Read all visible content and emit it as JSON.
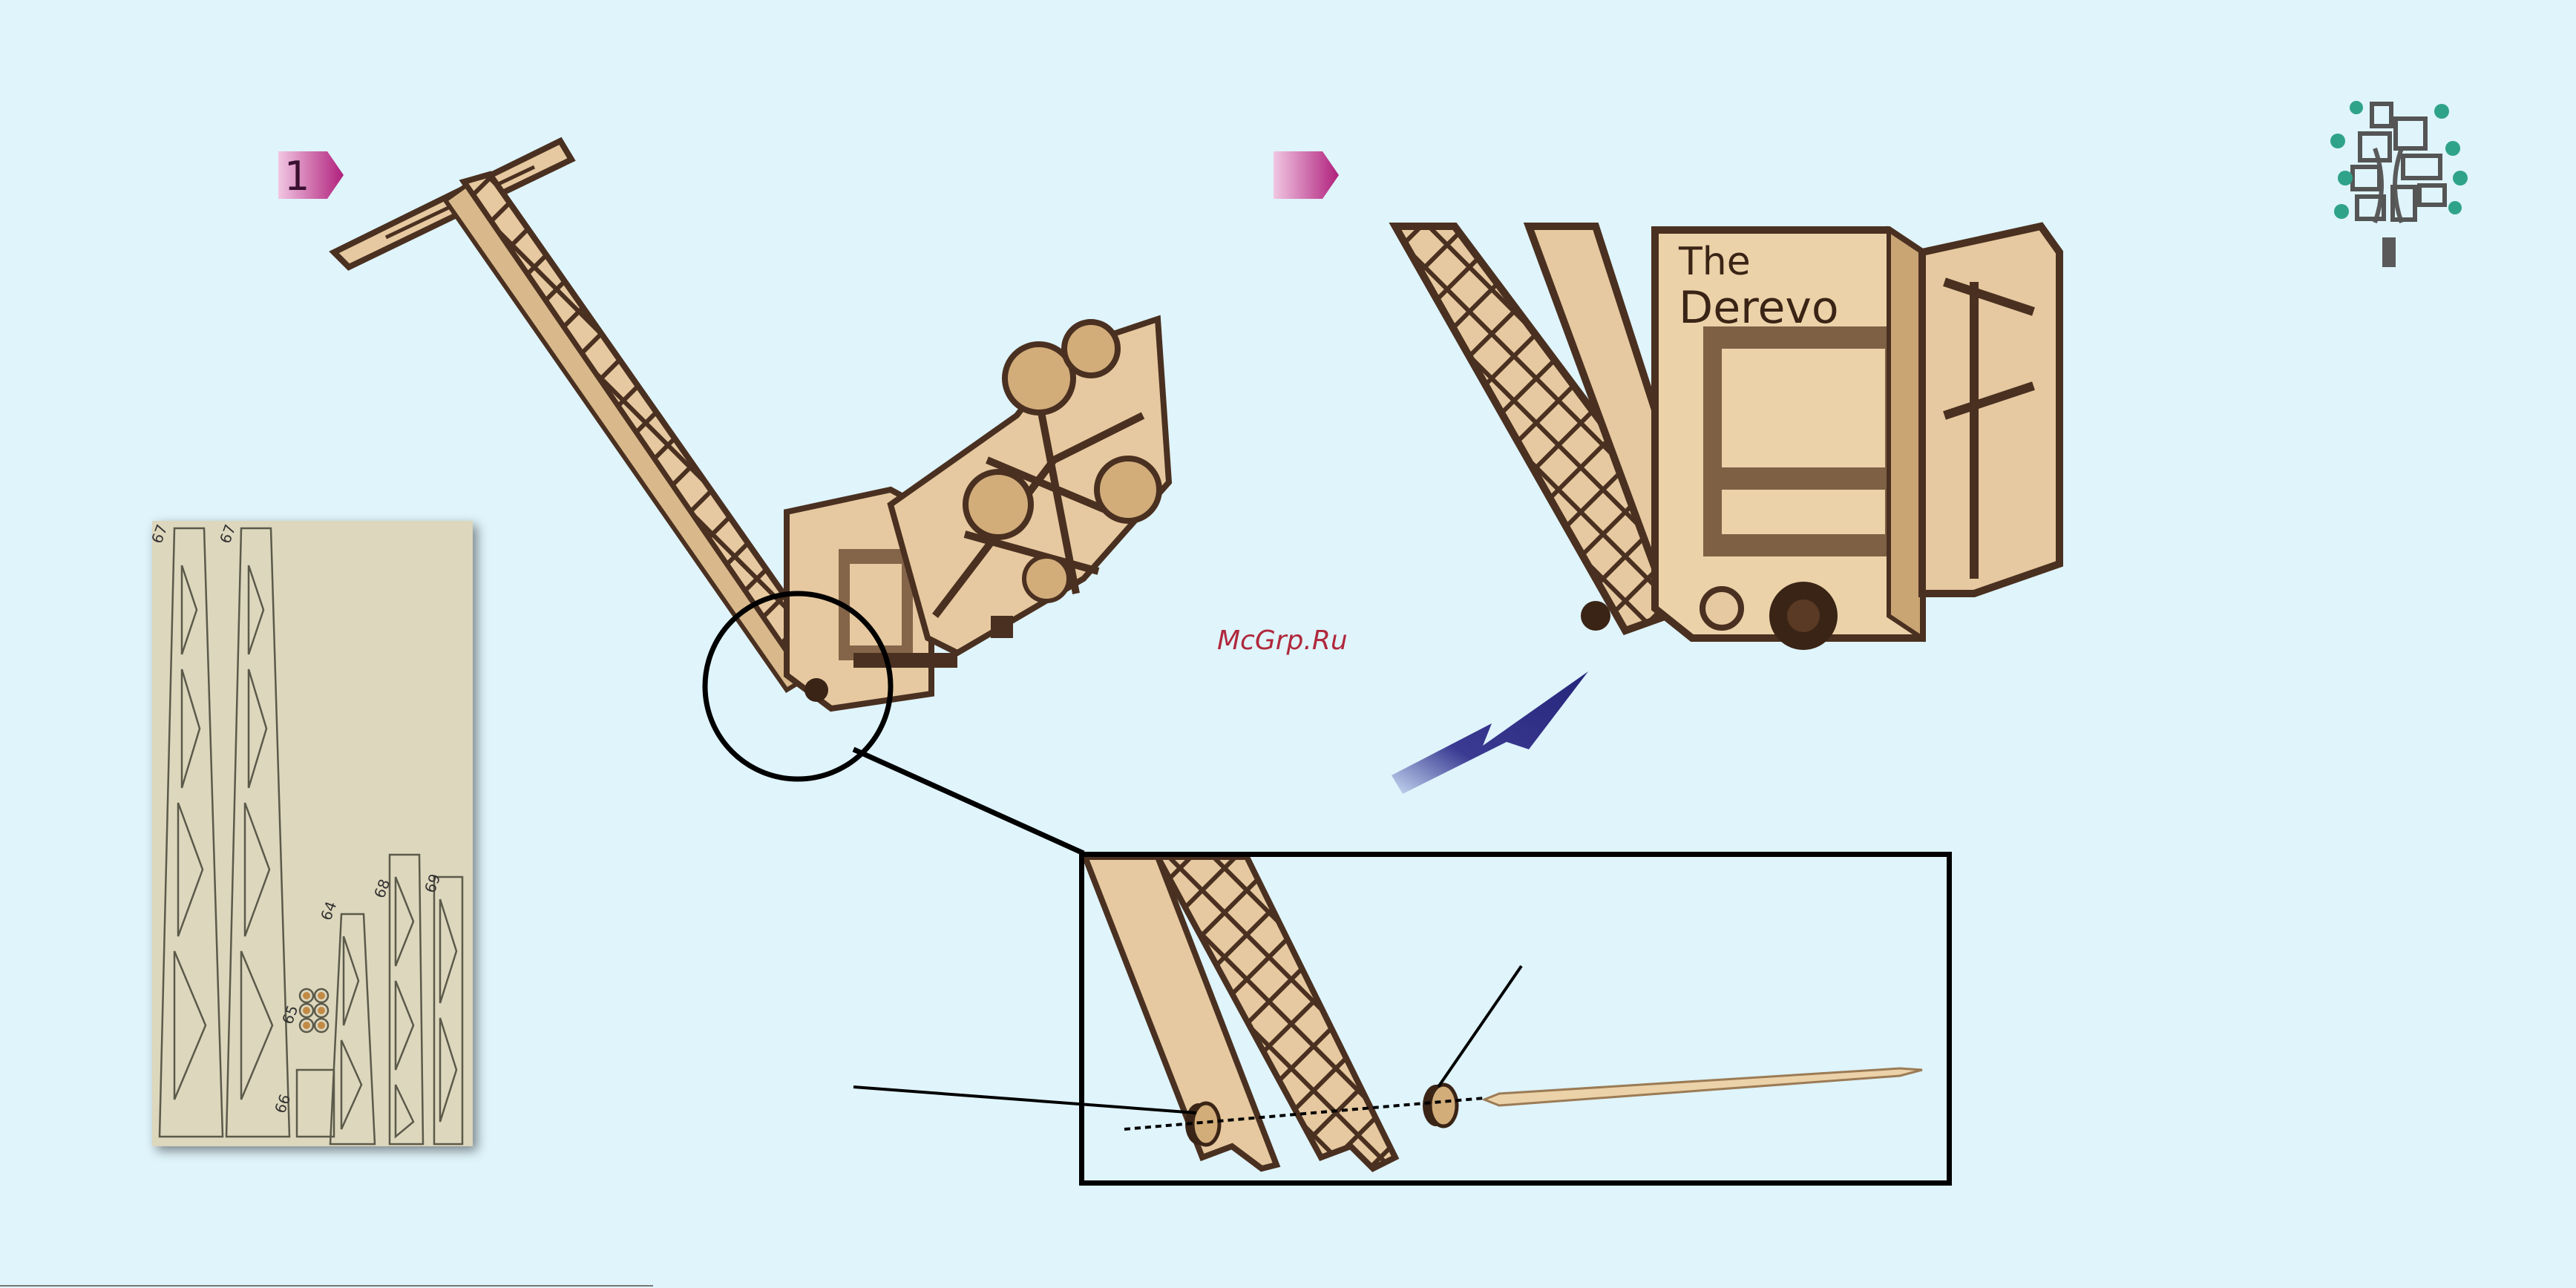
{
  "step": {
    "number": "1"
  },
  "watermark": "McGrp.Ru",
  "zoom_label": {
    "line1": "The",
    "line2": "Derevo"
  },
  "model_label": "The Derevo",
  "parts": {
    "labels": [
      "67",
      "67",
      "64",
      "68",
      "69",
      "65",
      "66"
    ]
  },
  "colors": {
    "background": "#dff4fb",
    "badge_magenta": "#c0308c",
    "wood_light": "#e6c9a0",
    "wood_dark": "#4a3020",
    "arrow_blue": "#25257a",
    "sheet": "#ddd7bd"
  },
  "icons": {
    "logo": "tree-frames-logo-icon",
    "arrow": "blue-arrow-icon"
  }
}
